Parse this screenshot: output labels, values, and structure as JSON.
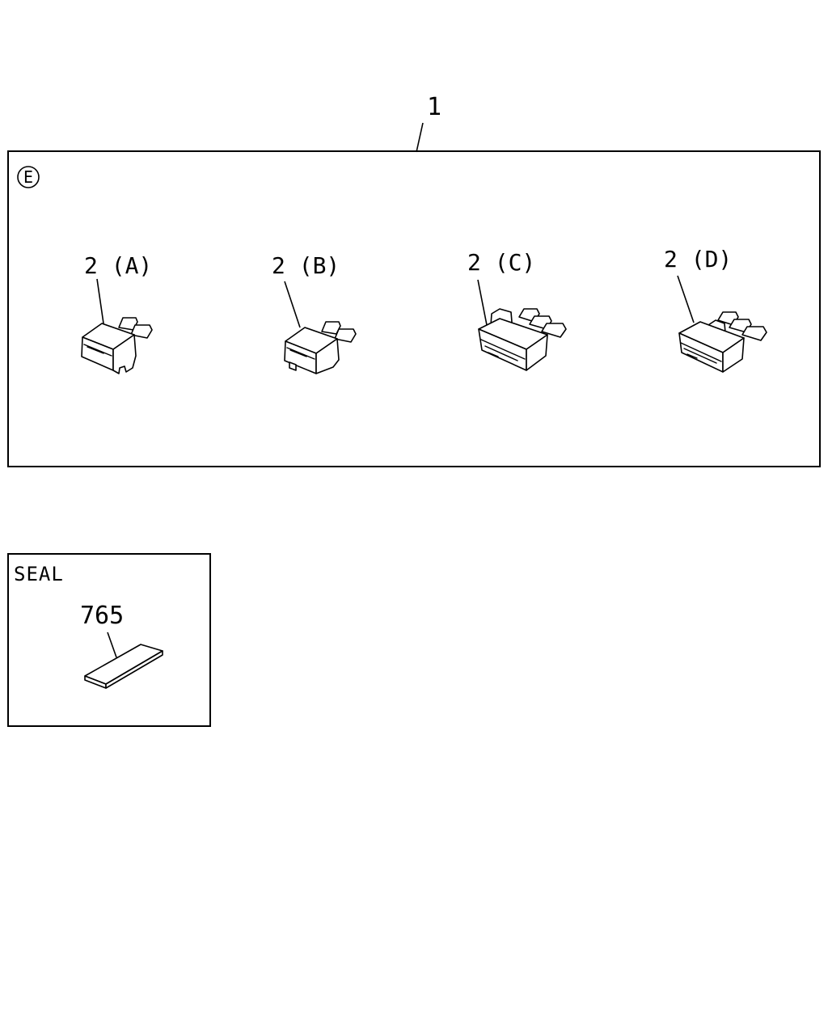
{
  "main_assembly": {
    "callout": "1",
    "variant_mark": "E",
    "parts": [
      {
        "callout": "2 (A)"
      },
      {
        "callout": "2 (B)"
      },
      {
        "callout": "2 (C)"
      },
      {
        "callout": "2 (D)"
      }
    ]
  },
  "seal_box": {
    "title": "SEAL",
    "callout": "765"
  }
}
